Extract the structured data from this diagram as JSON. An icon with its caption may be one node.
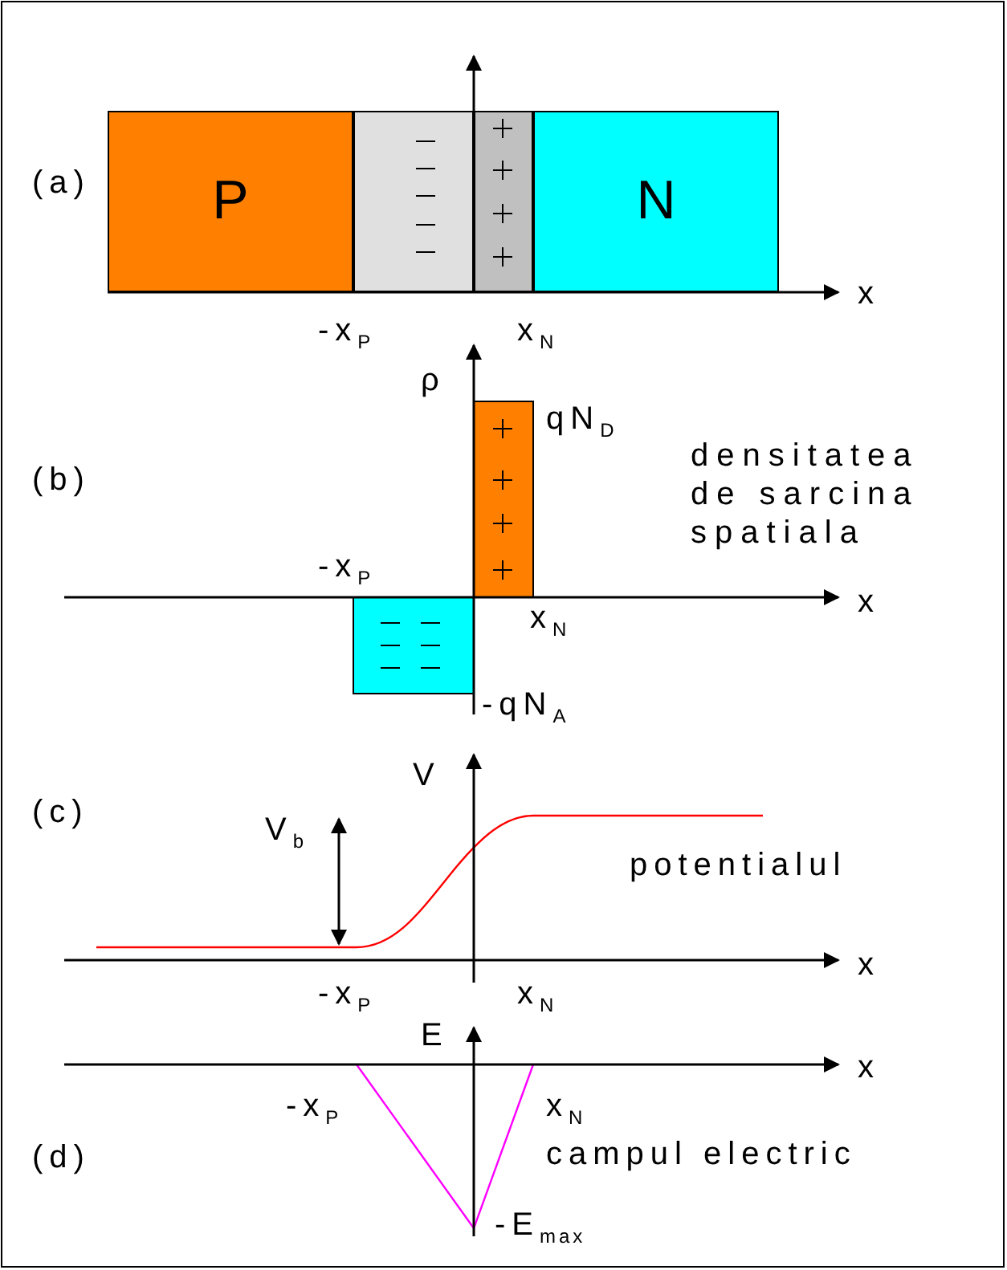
{
  "diagram": {
    "nodes": [
      {
        "text": [
          "P"
        ]
      },
      {
        "text": [],
        "shape": "box"
      },
      {
        "text": [],
        "shape": "box"
      },
      {
        "text": [
          "N"
        ]
      }
    ],
    "edges": [],
    "labels": [
      "(a)",
      "x",
      "-x$_{P}$",
      "x$_{N}$",
      "ρ",
      "qN$_{D}$",
      "densitatea de sarcina spatiala",
      "(b)",
      "-x$_{P}$",
      "x",
      "x$_{N}$",
      "-qN$_{A}$",
      "V",
      "(c)",
      "V$_{b}$",
      "potentialul",
      "x",
      "-x$_{P}$",
      "x$_{N}$",
      "E",
      "-x$_{P}$",
      "x",
      "x$_{N}$",
      "(d)",
      "campul electric",
      "-E$_{max}$"
    ]
  }
}
